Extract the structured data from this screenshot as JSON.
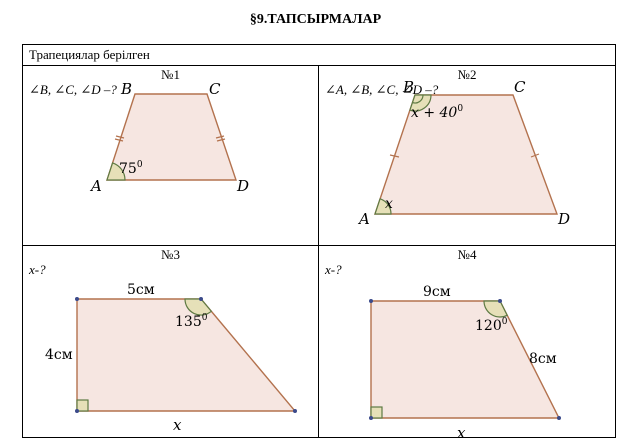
{
  "title": "§9.ТАПСЫРМАЛАР",
  "header": "Трапециялар берілген",
  "problems": [
    {
      "number": "№1",
      "question": "∠B, ∠C, ∠D –?",
      "vertices": {
        "A": "A",
        "B": "B",
        "C": "C",
        "D": "D"
      },
      "angle_label": "75",
      "angle_sup": "0"
    },
    {
      "number": "№2",
      "question": "∠A, ∠B, ∠C, ∠D –?",
      "vertices": {
        "A": "A",
        "B": "B",
        "C": "C",
        "D": "D"
      },
      "angle_a_label": "x",
      "angle_b_label": "x + 40",
      "angle_b_sup": "0"
    },
    {
      "number": "№3",
      "question": "x-?",
      "top_side": "5см",
      "left_side": "4см",
      "bottom_side": "x",
      "angle_label": "135",
      "angle_sup": "0"
    },
    {
      "number": "№4",
      "question": "x-?",
      "top_side": "9см",
      "right_side": "8см",
      "bottom_side": "x",
      "angle_label": "120",
      "angle_sup": "0"
    }
  ],
  "colors": {
    "fill": "#f6e6e1",
    "edge": "#b3724e",
    "angle": "#e6e0b8",
    "angle_edge": "#5e7a43",
    "tick": "#b3724e"
  }
}
